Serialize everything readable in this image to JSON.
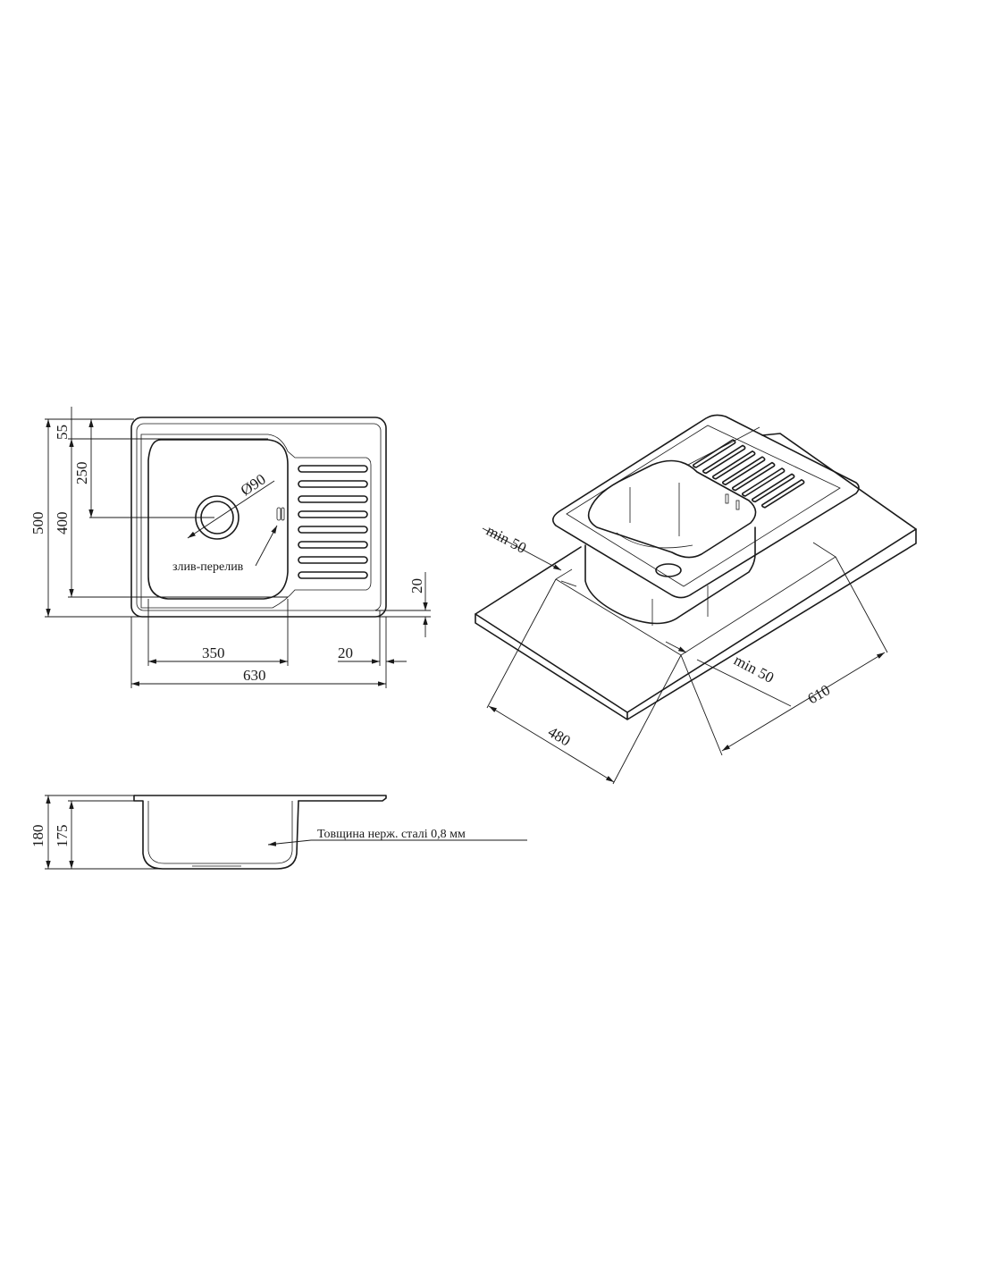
{
  "top_view": {
    "dim_total_depth": "500",
    "dim_bowl_depth": "400",
    "dim_drain_offset": "250",
    "dim_rim_back": "55",
    "dim_rim_front": "20",
    "dim_bowl_width": "350",
    "dim_rim_side": "20",
    "dim_total_width": "630",
    "drain_diameter": "Ø90",
    "overflow_label": "злив-перелив"
  },
  "side_view": {
    "dim_total_height": "180",
    "dim_bowl_height": "175",
    "thickness_note": "Товщина нерж. сталі 0,8 мм"
  },
  "install_view": {
    "clearance_back": "min 50",
    "clearance_side": "min 50",
    "cutout_depth": "480",
    "cutout_width": "610"
  }
}
